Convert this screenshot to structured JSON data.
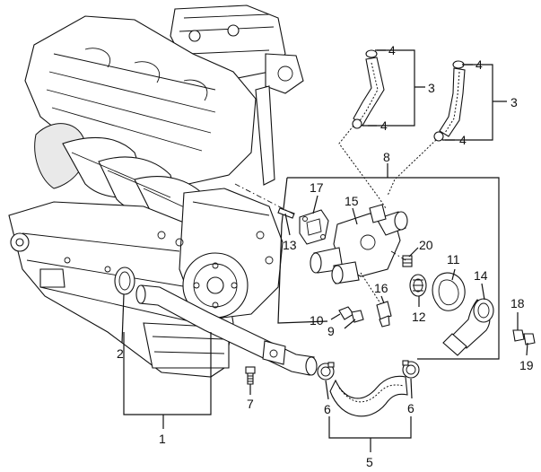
{
  "callouts": {
    "n1": "1",
    "n2": "2",
    "n3a": "3",
    "n3b": "3",
    "n4a": "4",
    "n4b": "4",
    "n4c": "4",
    "n4d": "4",
    "n5": "5",
    "n6a": "6",
    "n6b": "6",
    "n7": "7",
    "n8": "8",
    "n9": "9",
    "n10": "10",
    "n11": "11",
    "n12": "12",
    "n13": "13",
    "n14": "14",
    "n15": "15",
    "n16": "16",
    "n17": "17",
    "n18": "18",
    "n19": "19",
    "n20": "20"
  },
  "colors": {
    "line": "#111111",
    "background": "#ffffff"
  }
}
